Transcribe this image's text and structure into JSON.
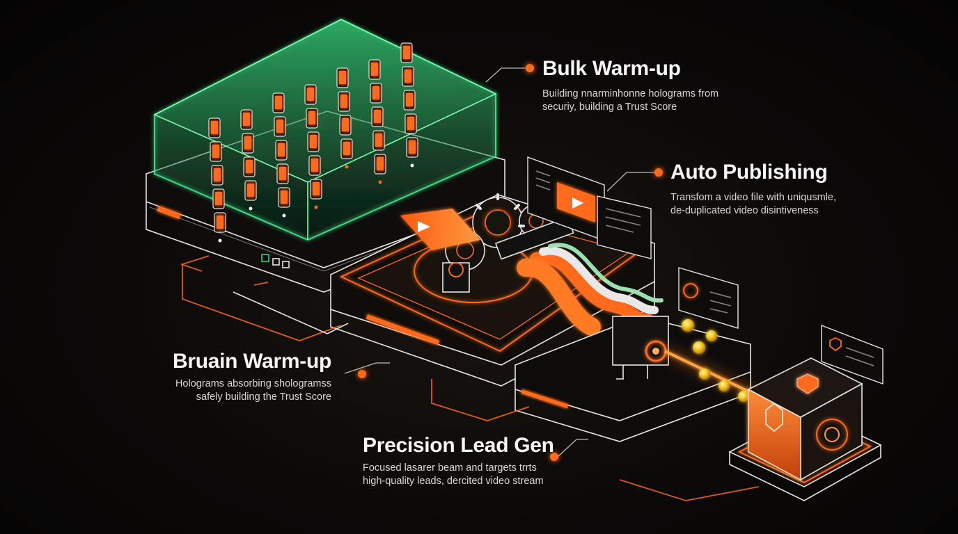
{
  "callouts": {
    "bulk": {
      "title": "Bulk Warm-up",
      "line1": "Building nnarminhonne holograms from",
      "line2": "securiy, building a Trust Score"
    },
    "auto": {
      "title": "Auto Publishing",
      "line1": "Transfom a video file with uniqusmle,",
      "line2": "de-duplicated video disintiveness"
    },
    "bruain": {
      "title": "Bruain Warm-up",
      "line1": "Holograms absorbing shologramss",
      "line2": "safely building the Trust Score"
    },
    "precision": {
      "title": "Precision Lead Gen",
      "line1": "Focused lasarer beam and targets trrts",
      "line2": "high-quality leads, dercited video stream"
    }
  },
  "colors": {
    "accent": "#ff6a1a",
    "hologram": "#3ddc84",
    "outline": "#e6e6e6"
  }
}
